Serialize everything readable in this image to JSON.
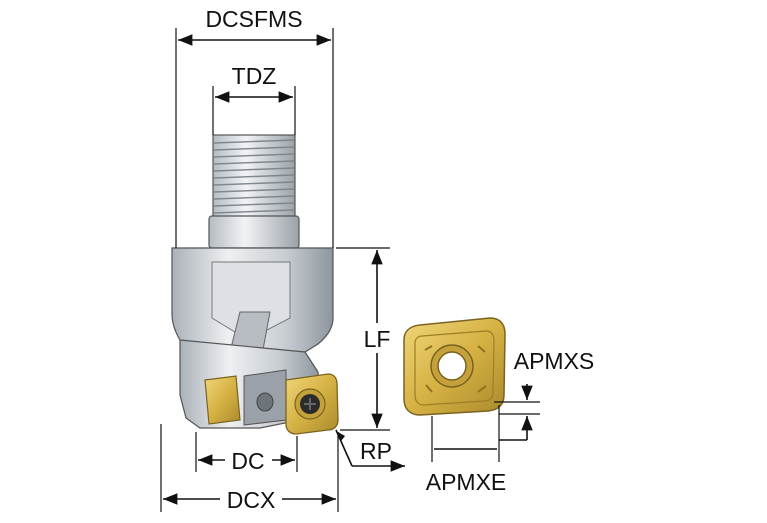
{
  "labels": {
    "dcsfms": "DCSFMS",
    "tdz": "TDZ",
    "lf": "LF",
    "apmxs": "APMXS",
    "dc": "DC",
    "rp": "RP",
    "apmxe": "APMXE",
    "dcx": "DCX"
  },
  "colors": {
    "body_light": "#e6e9ec",
    "body_mid": "#c3c9cf",
    "body_dark": "#8f979f",
    "insert_gold": "#d9b84a",
    "insert_gold_dark": "#a8882a",
    "line": "#111111"
  }
}
